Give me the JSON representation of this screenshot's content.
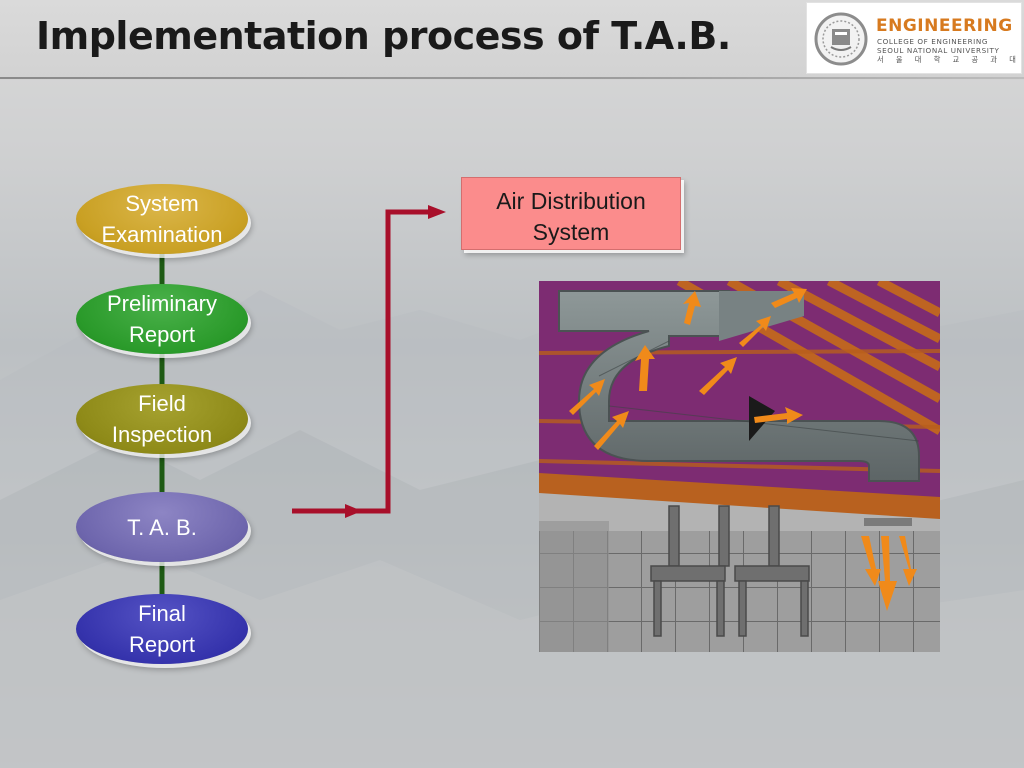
{
  "header": {
    "title": "Implementation process of T.A.B."
  },
  "logo": {
    "wordmark": "ENGINEERING",
    "line1": "COLLEGE OF ENGINEERING",
    "line2": "SEOUL NATIONAL UNIVERSITY",
    "line3": "서 울 대 학 교 공 과 대 학",
    "emblem_icon": "university-emblem-icon"
  },
  "steps": [
    {
      "line1": "System",
      "line2": "Examination",
      "color": "#c9a023"
    },
    {
      "line1": "Preliminary",
      "line2": "Report",
      "color": "#2a9a2a"
    },
    {
      "line1": "Field",
      "line2": "Inspection",
      "color": "#8e8a18"
    },
    {
      "line1": "T. A. B.",
      "line2": "",
      "color": "#6e66ad"
    },
    {
      "line1": "Final",
      "line2": "Report",
      "color": "#3533ac"
    }
  ],
  "target": {
    "line1": "Air Distribution",
    "line2": "System",
    "color": "#fb8c8c"
  },
  "connector_color": "#a80f2a",
  "flow_line_color": "#1e5a14",
  "illustration": {
    "icon": "duct-airflow-illustration-icon"
  }
}
